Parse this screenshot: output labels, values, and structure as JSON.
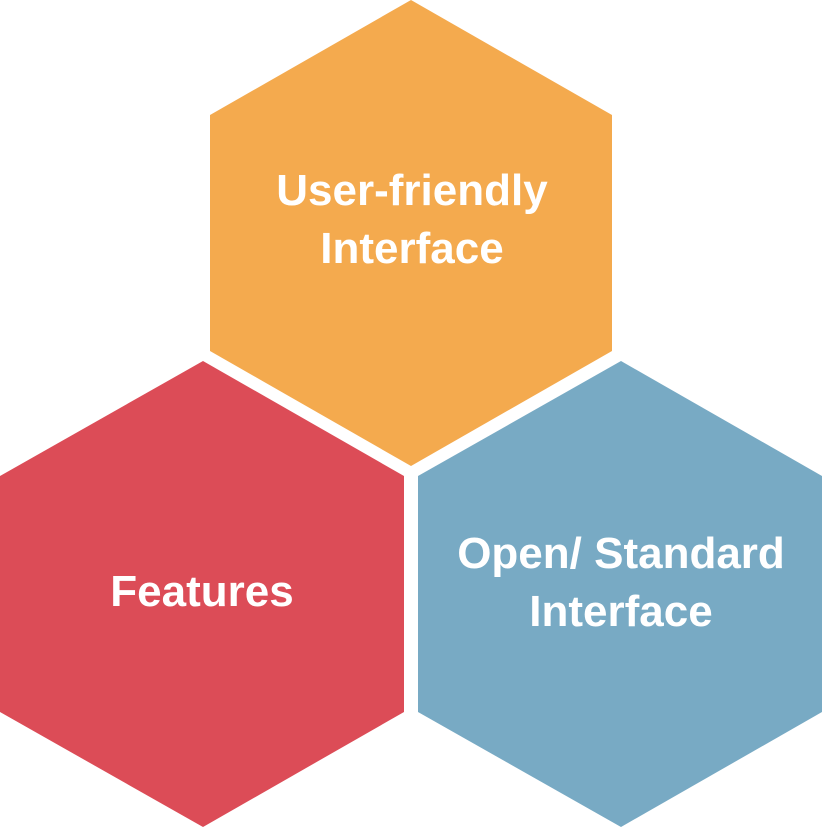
{
  "diagram": {
    "hexagons": [
      {
        "id": "top",
        "lines": [
          "User-friendly",
          "Interface"
        ],
        "color": "#F4AA4E"
      },
      {
        "id": "left",
        "lines": [
          "Features"
        ],
        "color": "#DC4C57"
      },
      {
        "id": "right",
        "lines": [
          "Open/ Standard",
          "Interface"
        ],
        "color": "#78AAC4"
      }
    ]
  }
}
